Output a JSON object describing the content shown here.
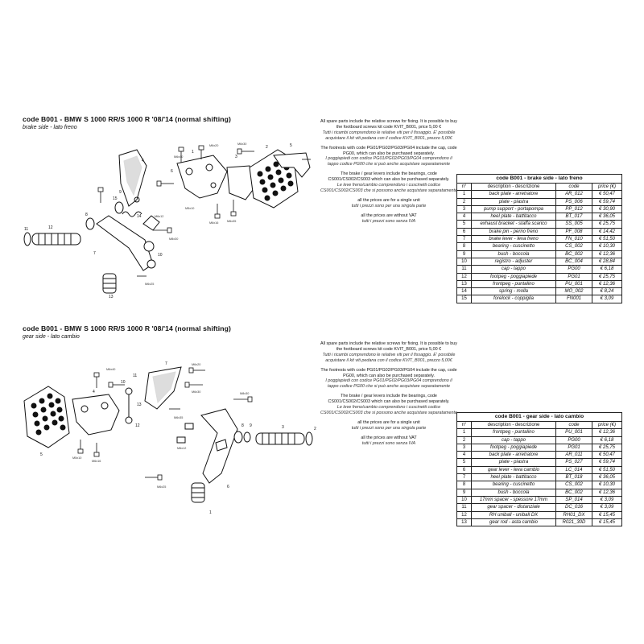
{
  "sections": [
    {
      "title": "code B001 - BMW S 1000 RR/S 1000 R '08/'14 (normal shifting)",
      "subtitle": "brake side - lato freno",
      "callouts": [
        "1",
        "2",
        "3",
        "4",
        "5",
        "6",
        "7",
        "8",
        "9",
        "10",
        "11",
        "12",
        "13",
        "14",
        "15"
      ],
      "hardware_labels": [
        "M6x40",
        "M6x20",
        "M6x30",
        "M6x16",
        "M6x12",
        "M6x35",
        "M8x30",
        "M5x10",
        "M6x25"
      ],
      "table": {
        "title": "code B001 - brake side - lato freno",
        "headers": [
          "n°",
          "description - descrizione",
          "code",
          "price (€)"
        ],
        "rows": [
          [
            "1",
            "back plate - arretratore",
            "AR_012",
            "€ 50,47"
          ],
          [
            "2",
            "plate - piastra",
            "PS_006",
            "€ 59,74"
          ],
          [
            "3",
            "pump support - portapompa",
            "PP_012",
            "€ 30,90"
          ],
          [
            "4",
            "heel plate - battitacco",
            "BT_017",
            "€ 36,05"
          ],
          [
            "5",
            "exhaust bracket - staffa scarico",
            "SS_005",
            "€ 25,75"
          ],
          [
            "6",
            "brake pin - perno freno",
            "PF_008",
            "€ 14,42"
          ],
          [
            "7",
            "brake lever - leva freno",
            "FN_010",
            "€ 51,50"
          ],
          [
            "8",
            "bearing - cuscinetto",
            "CS_002",
            "€ 10,30"
          ],
          [
            "9",
            "bush - boccola",
            "BC_002",
            "€ 12,36"
          ],
          [
            "10",
            "registro - adjuster",
            "BC_004",
            "€ 28,84"
          ],
          [
            "11",
            "cap - tappo",
            "PG00",
            "€ 6,18"
          ],
          [
            "12",
            "footpeg - poggiapiede",
            "PG01",
            "€ 25,75"
          ],
          [
            "13",
            "frontpeg - puntalino",
            "PU_001",
            "€ 12,36"
          ],
          [
            "14",
            "spring - molla",
            "MO_002",
            "€ 8,24"
          ],
          [
            "15",
            "forelock - coppiglia",
            "FN001",
            "€ 3,09"
          ]
        ]
      }
    },
    {
      "title": "code B001 - BMW S 1000 RR/S 1000 R '08/'14 (normal shifting)",
      "subtitle": "gear side - lato cambio",
      "callouts": [
        "1",
        "2",
        "3",
        "4",
        "5",
        "6",
        "7",
        "8",
        "9",
        "10",
        "11",
        "12",
        "13"
      ],
      "hardware_labels": [
        "M6x40",
        "M6x20",
        "M6x30",
        "M6x16",
        "M5x10",
        "M6x25",
        "M8x30",
        "M6x35",
        "M6x12"
      ],
      "table": {
        "title": "code B001 - gear side - lato cambio",
        "headers": [
          "n°",
          "description - descrizione",
          "code",
          "price (€)"
        ],
        "rows": [
          [
            "1",
            "frontpeg - puntalino",
            "PU_001",
            "€ 12,36"
          ],
          [
            "2",
            "cap - tappo",
            "PG00",
            "€ 6,18"
          ],
          [
            "3",
            "footpeg - poggiapiede",
            "PG01",
            "€ 25,75"
          ],
          [
            "4",
            "back plate - arretratore",
            "AR_011",
            "€ 50,47"
          ],
          [
            "5",
            "plate - piastra",
            "PS_027",
            "€ 59,74"
          ],
          [
            "6",
            "gear lever - leva cambio",
            "LC_014",
            "€ 51,50"
          ],
          [
            "7",
            "heel plate - battitacco",
            "BT_018",
            "€ 36,05"
          ],
          [
            "8",
            "bearing - cuscinetto",
            "CS_002",
            "€ 10,30"
          ],
          [
            "9",
            "bush - boccola",
            "BC_002",
            "€ 12,36"
          ],
          [
            "10",
            "17mm spacer - spessore 17mm",
            "SP_014",
            "€ 3,09"
          ],
          [
            "11",
            "gear spacer - distanziale",
            "DC_016",
            "€ 3,09"
          ],
          [
            "12",
            "RH uniball - uniball DX",
            "RH01_DX",
            "€ 15,45"
          ],
          [
            "13",
            "gear rod - asta cambio",
            "R021_30D",
            "€ 15,45"
          ]
        ]
      }
    }
  ],
  "notes": [
    {
      "text": "All spare parts include the relative screws for fixing. It is possible to buy the footboard screws kit code KVIT_B001, price 5,00 €",
      "translation": "Tutti i ricambi comprendono le relative viti per il fissaggio. E' possibile acquistare il kit viti pedana con il codice KVIT_B001, prezzo 5,00€"
    },
    {
      "text": "The footrests with code PG01/PG02/PG03/PG04 include the cap, code PG00, which can also be purchased separately.",
      "translation": "I poggiapiedi con codice PG01/PG02/PG03/PG04 comprendono il tappo codice PG00 che si può anche acquistare separatamente"
    },
    {
      "text": "The brake / gear levers include the bearings, code CS001/CS002/CS003 which can also be purchased separately.",
      "translation": "Le leve freno/cambio comprendono i cuscinetti codice CS001/CS002/CS003 che si possono anche acquistare separatamente"
    },
    {
      "text": "all the prices are for a single unit",
      "translation": "tutti i prezzi sono per una singola parte"
    },
    {
      "text": "all the prices are without VAT",
      "translation": "tutti i prezzi sono senza IVA"
    }
  ]
}
